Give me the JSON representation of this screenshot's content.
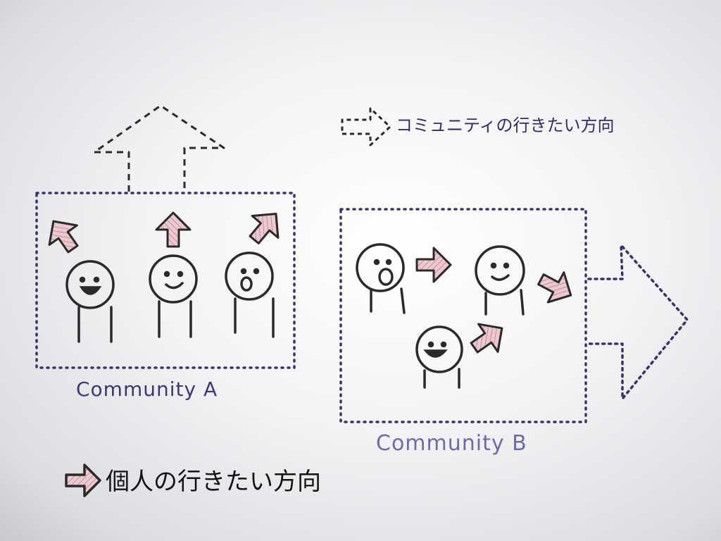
{
  "legend": {
    "community_direction": "コミュニティの行きたい方向",
    "individual_direction": "個人の行きたい方向"
  },
  "communities": [
    {
      "label": "Community A"
    },
    {
      "label": "Community B"
    }
  ],
  "colors": {
    "ink": "#2a2a2a",
    "dotted_outline": "#34346e",
    "arrow_fill": "#e9c6cc",
    "label_a": "#3b3a78",
    "label_b": "#6d6ca6"
  }
}
